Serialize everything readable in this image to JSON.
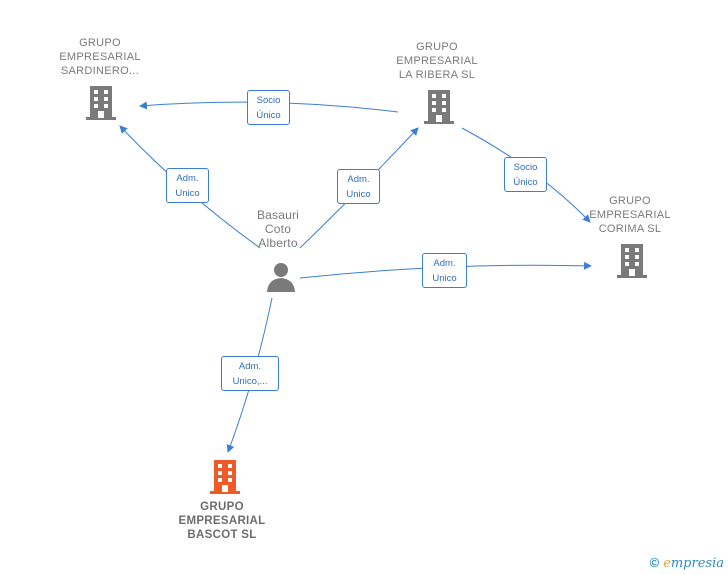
{
  "nodes": {
    "sardinero": {
      "label": "GRUPO\nEMPRESARIAL\nSARDINERO..."
    },
    "la_ribera": {
      "label": "GRUPO\nEMPRESARIAL\nLA RIBERA  SL"
    },
    "corima": {
      "label": "GRUPO\nEMPRESARIAL\nCORIMA  SL"
    },
    "bascot": {
      "label": "GRUPO\nEMPRESARIAL\nBASCOT  SL"
    },
    "person": {
      "label": "Basauri\nCoto\nAlberto"
    }
  },
  "edges": {
    "ribera_sardinero": {
      "line1": "Socio",
      "line2": "Único"
    },
    "person_sardinero": {
      "line1": "Adm.",
      "line2": "Unico"
    },
    "person_ribera": {
      "line1": "Adm.",
      "line2": "Unico"
    },
    "ribera_corima": {
      "line1": "Socio",
      "line2": "Único"
    },
    "person_corima": {
      "line1": "Adm.",
      "line2": "Unico"
    },
    "person_bascot": {
      "line1": "Adm.",
      "line2": "Unico,..."
    }
  },
  "colors": {
    "edge": "#3a7fd5",
    "building": "#7a7a7a",
    "focus_building": "#f05a28",
    "person": "#7a7a7a"
  },
  "footer": {
    "copyright": "©",
    "brand_e": "e",
    "brand_rest": "mpresia"
  }
}
